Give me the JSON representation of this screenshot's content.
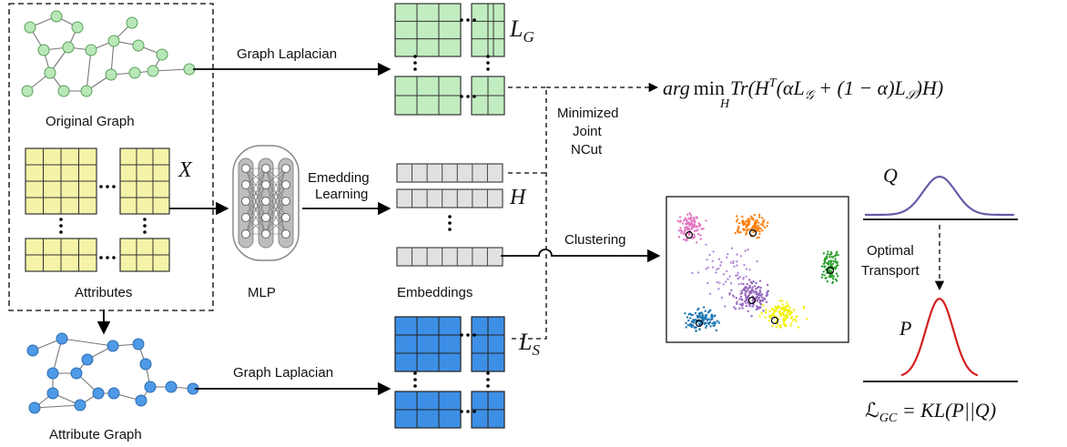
{
  "labels": {
    "original_graph": "Original  Graph",
    "attributes": "Attributes",
    "attribute_graph": "Attribute Graph",
    "mlp": "MLP",
    "embeddings": "Embeddings",
    "graph_laplacian_top": "Graph Laplacian",
    "graph_laplacian_bottom": "Graph Laplacian",
    "embedding_learning_1": "Emedding",
    "embedding_learning_2": "Learning",
    "minimized_1": "Minimized",
    "minimized_2": "Joint",
    "minimized_3": "NCut",
    "clustering": "Clustering",
    "optimal_1": "Optimal",
    "optimal_2": "Transport"
  },
  "math": {
    "LG": "L",
    "LG_sub": "G",
    "LS": "L",
    "LS_sub": "S",
    "X": "X",
    "H": "H",
    "Q": "Q",
    "P": "P",
    "objective_prefix": "arg",
    "objective_min": "min",
    "objective_min_sub": "H",
    "objective_body": "Tr(H",
    "objective_sup": "T",
    "objective_rest": "(αL",
    "objective_sub1": "𝒢",
    "objective_mid": " + (1 − α)L",
    "objective_sub2": "𝒮",
    "objective_end": ")H)",
    "loss_L": "ℒ",
    "loss_sub": "GC",
    "loss_eq": " = KL(P||Q)"
  },
  "colors": {
    "graph_green": "#b9e8b8",
    "graph_green_stroke": "#5aa05a",
    "attr_yellow": "#f5f3a8",
    "laplacian_green": "#c1edc0",
    "laplacian_blue": "#3d8fe6",
    "node_blue": "#4f9ae6",
    "embedding_gray": "#e1e1e1",
    "curve_q": "#6a5aa6",
    "curve_p": "#d42020"
  }
}
